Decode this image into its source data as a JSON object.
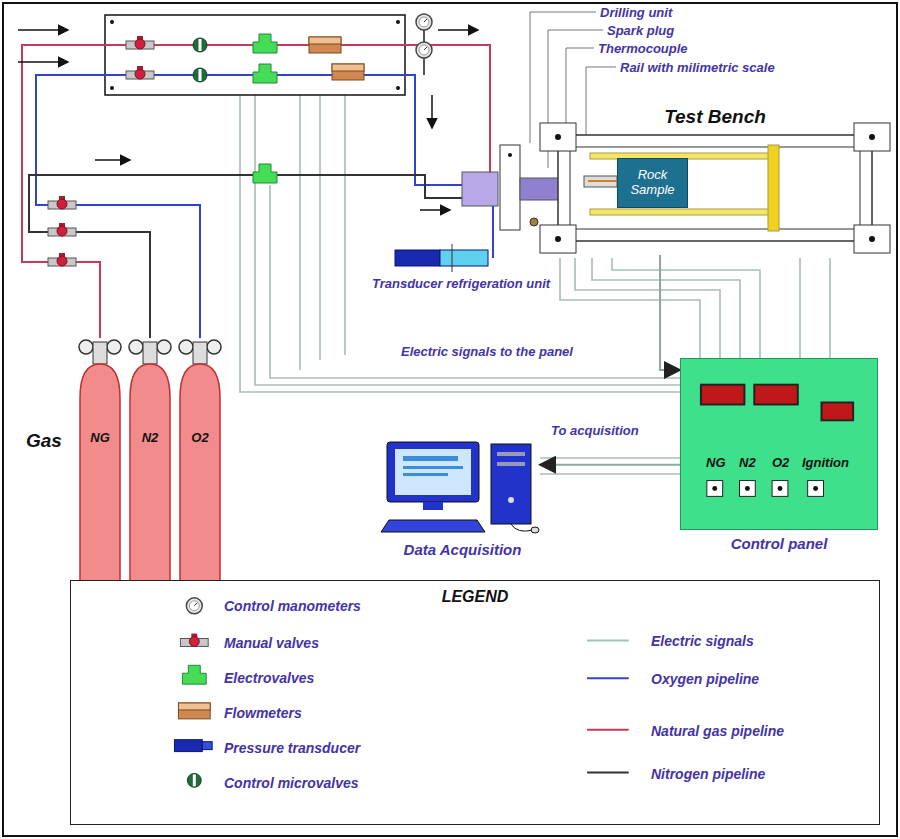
{
  "diagram": {
    "nodes": [
      {
        "text": [
          "Test Bench"
        ]
      },
      {
        "text": [
          "Rock Sample"
        ],
        "in": 0
      },
      {
        "text": [
          "NG"
        ]
      },
      {
        "text": [
          "N2"
        ]
      },
      {
        "text": [
          "O2"
        ]
      },
      {
        "text": [
          "Control panel"
        ]
      },
      {
        "text": [
          "Data Acquisition"
        ]
      },
      {
        "text": [
          "LEGEND"
        ]
      }
    ],
    "edges": [
      {
        "from": 0,
        "to": 5,
        "arrow": "to",
        "label": "Electric signals to the panel"
      },
      {
        "from": 5,
        "to": 6,
        "arrow": "to",
        "label": "To acquisition"
      }
    ],
    "labels": [
      "Drilling unit",
      "Spark plug",
      "Thermocouple",
      "Rail with milimetric scale",
      "Transducer refrigeration unit",
      "Gas",
      "NG",
      "N2",
      "O2",
      "Ignition"
    ],
    "legend": [
      {
        "text": "Control manometers"
      },
      {
        "text": "Manual valves"
      },
      {
        "text": "Electrovalves"
      },
      {
        "text": "Flowmeters"
      },
      {
        "text": "Pressure transducer"
      },
      {
        "text": "Control microvalves"
      },
      {
        "text": "Electric signals"
      },
      {
        "text": "Oxygen pipeline"
      },
      {
        "text": "Natural gas pipeline"
      },
      {
        "text": "Nitrogen pipeline"
      }
    ]
  }
}
